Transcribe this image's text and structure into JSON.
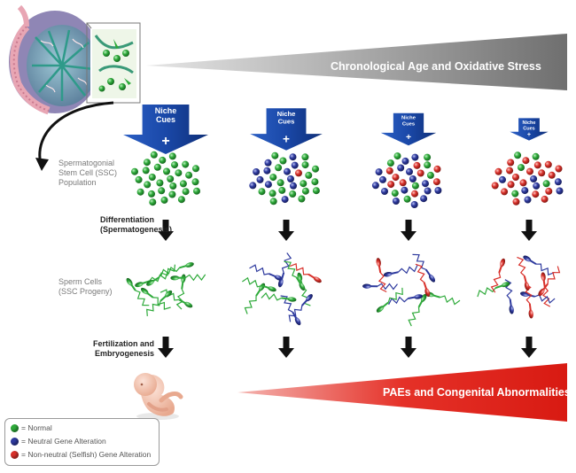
{
  "banners": {
    "top": "Chronological Age and Oxidative Stress",
    "bottom": "PAEs and Congenital Abnormalities"
  },
  "niche_cues": [
    "Niche",
    "Cues"
  ],
  "row_labels": {
    "ssc_population": [
      "Spermatogonial",
      "Stem Cell (SSC)",
      "Population"
    ],
    "differentiation": [
      "Differentiation",
      "(Spermatogenesis)"
    ],
    "sperm_cells": [
      "Sperm Cells",
      "(SSC Progeny)"
    ],
    "fertilization": [
      "Fertilization and",
      "Embryogenesis"
    ]
  },
  "legend": [
    {
      "label": "= Normal",
      "color": "#2eaa3a",
      "icon": "green-cell-dot"
    },
    {
      "label": "= Neutral Gene Alteration",
      "color": "#2e3a9e",
      "icon": "blue-cell-dot"
    },
    {
      "label": "= Non-neutral (Selfish) Gene Alteration",
      "color": "#d8302a",
      "icon": "red-cell-dot"
    }
  ],
  "colors": {
    "green": "#2eaa3a",
    "blue": "#2e3a9e",
    "red": "#d8302a",
    "arrow_blue": "#1a48a8",
    "banner_gray": "#7a7a7a",
    "banner_red": "#e0231c"
  },
  "columns": [
    {
      "niche_strength": 1.0,
      "cells": {
        "green": 30,
        "blue": 0,
        "red": 0
      },
      "sperm": {
        "green": 9,
        "blue": 0,
        "red": 0
      }
    },
    {
      "niche_strength": 0.85,
      "cells": {
        "green": 19,
        "blue": 12,
        "red": 1
      },
      "sperm": {
        "green": 5,
        "blue": 4,
        "red": 1
      }
    },
    {
      "niche_strength": 0.65,
      "cells": {
        "green": 8,
        "blue": 16,
        "red": 9
      },
      "sperm": {
        "green": 3,
        "blue": 4,
        "red": 2
      }
    },
    {
      "niche_strength": 0.45,
      "cells": {
        "green": 5,
        "blue": 7,
        "red": 19
      },
      "sperm": {
        "green": 1,
        "blue": 3,
        "red": 5
      }
    }
  ],
  "icons": [
    "testis-illustration",
    "stem-cell-niche-inset",
    "fetus-illustration",
    "curved-arrow-icon",
    "plus-icon",
    "down-arrow-icon"
  ]
}
